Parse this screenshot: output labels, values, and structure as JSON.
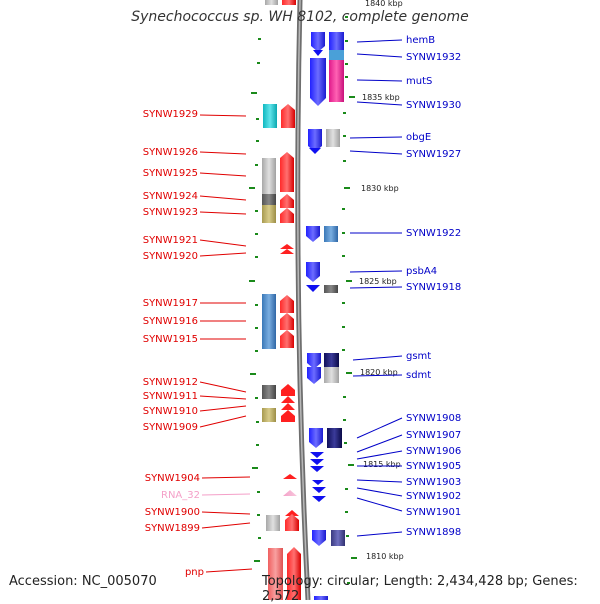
{
  "title": "Synechococcus sp. WH 8102, complete genome",
  "footer": {
    "accession": "Accession: NC_005070",
    "topology": "Topology: circular; Length: 2,434,428 bp; Genes: 2,572"
  },
  "scale_labels": [
    "1840 kbp",
    "1835 kbp",
    "1830 kbp",
    "1825 kbp",
    "1820 kbp",
    "1815 kbp",
    "1810 kbp"
  ],
  "left_genes": [
    {
      "label": "SYNW1929",
      "color": "#e00000"
    },
    {
      "label": "SYNW1926",
      "color": "#e00000"
    },
    {
      "label": "SYNW1925",
      "color": "#e00000"
    },
    {
      "label": "SYNW1924",
      "color": "#e00000"
    },
    {
      "label": "SYNW1923",
      "color": "#e00000"
    },
    {
      "label": "SYNW1921",
      "color": "#e00000"
    },
    {
      "label": "SYNW1920",
      "color": "#e00000"
    },
    {
      "label": "SYNW1917",
      "color": "#e00000"
    },
    {
      "label": "SYNW1916",
      "color": "#e00000"
    },
    {
      "label": "SYNW1915",
      "color": "#e00000"
    },
    {
      "label": "SYNW1912",
      "color": "#e00000"
    },
    {
      "label": "SYNW1911",
      "color": "#e00000"
    },
    {
      "label": "SYNW1910",
      "color": "#e00000"
    },
    {
      "label": "SYNW1909",
      "color": "#e00000"
    },
    {
      "label": "SYNW1904",
      "color": "#e00000"
    },
    {
      "label": "RNA_32",
      "color": "#f4a0c8"
    },
    {
      "label": "SYNW1900",
      "color": "#e00000"
    },
    {
      "label": "SYNW1899",
      "color": "#e00000"
    },
    {
      "label": "pnp",
      "color": "#e00000"
    }
  ],
  "right_genes": [
    {
      "label": "hemB"
    },
    {
      "label": "SYNW1932"
    },
    {
      "label": "mutS"
    },
    {
      "label": "SYNW1930"
    },
    {
      "label": "obgE"
    },
    {
      "label": "SYNW1927"
    },
    {
      "label": "SYNW1922"
    },
    {
      "label": "psbA4"
    },
    {
      "label": "SYNW1918"
    },
    {
      "label": "gsmt"
    },
    {
      "label": "sdmt"
    },
    {
      "label": "SYNW1908"
    },
    {
      "label": "SYNW1907"
    },
    {
      "label": "SYNW1906"
    },
    {
      "label": "SYNW1905"
    },
    {
      "label": "SYNW1903"
    },
    {
      "label": "SYNW1902"
    },
    {
      "label": "SYNW1901"
    },
    {
      "label": "SYNW1898"
    }
  ],
  "colors": {
    "forward_strand": "#e00000",
    "reverse_strand": "#0000e6",
    "rna": "#f4a0c8",
    "backbone": "#808080",
    "tick": "#1a8a1a"
  }
}
